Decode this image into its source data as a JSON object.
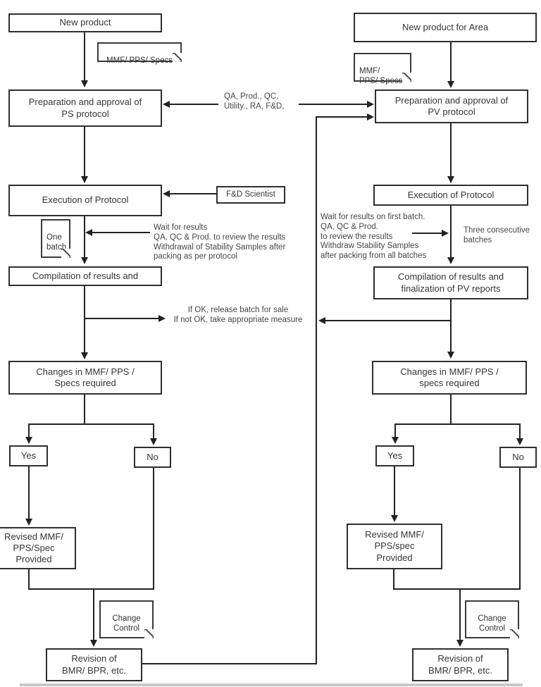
{
  "shared": {
    "participants_label": "QA, Prod., QC,\nUtility., RA, F&D,",
    "release_label": "If OK, release batch for sale\nIf not OK, take appropriate measure"
  },
  "left_flow": {
    "start_label": "New product",
    "specs_note": "MMF/ PPS/ Specs",
    "prep_label": "Preparation and approval of\nPS protocol",
    "exec_label": "Execution of Protocol",
    "fd_scientist_label": "F&D Scientist",
    "one_batch_note": "One\nbatch",
    "wait_label": "Wait for results\nQA, QC & Prod. to review the results\nWithdrawal of Stability Samples after\npacking as per protocol",
    "compilation_label": "Compilation of results and",
    "changes_label": "Changes in MMF/ PPS /\nSpecs required",
    "yes_label": "Yes",
    "no_label": "No",
    "revised_label": "Revised MMF/\nPPS/Spec\nProvided",
    "change_control_note": "Change\nControl",
    "revision_label": "Revision of\nBMR/ BPR, etc."
  },
  "right_flow": {
    "start_label": "New product for Area",
    "specs_note": "MMF/\nPPS/ Specs",
    "prep_label": "Preparation and approval of\nPV protocol",
    "exec_label": "Execution of Protocol",
    "wait_label": "Wait for results on first batch.\nQA, QC & Prod.\nto review the results\nWithdraw Stability Samples\nafter packing from all batches",
    "batches_label": "Three consecutive\nbatches",
    "compilation_label": "Compilation of results and\nfinalization of PV reports",
    "changes_label": "Changes in MMF/ PPS /\nspecs required",
    "yes_label": "Yes",
    "no_label": "No",
    "revised_label": "Revised MMF/\nPPS/spec\nProvided",
    "change_control_note": "Change\nControl",
    "revision_label": "Revision of\nBMR/ BPR, etc."
  }
}
